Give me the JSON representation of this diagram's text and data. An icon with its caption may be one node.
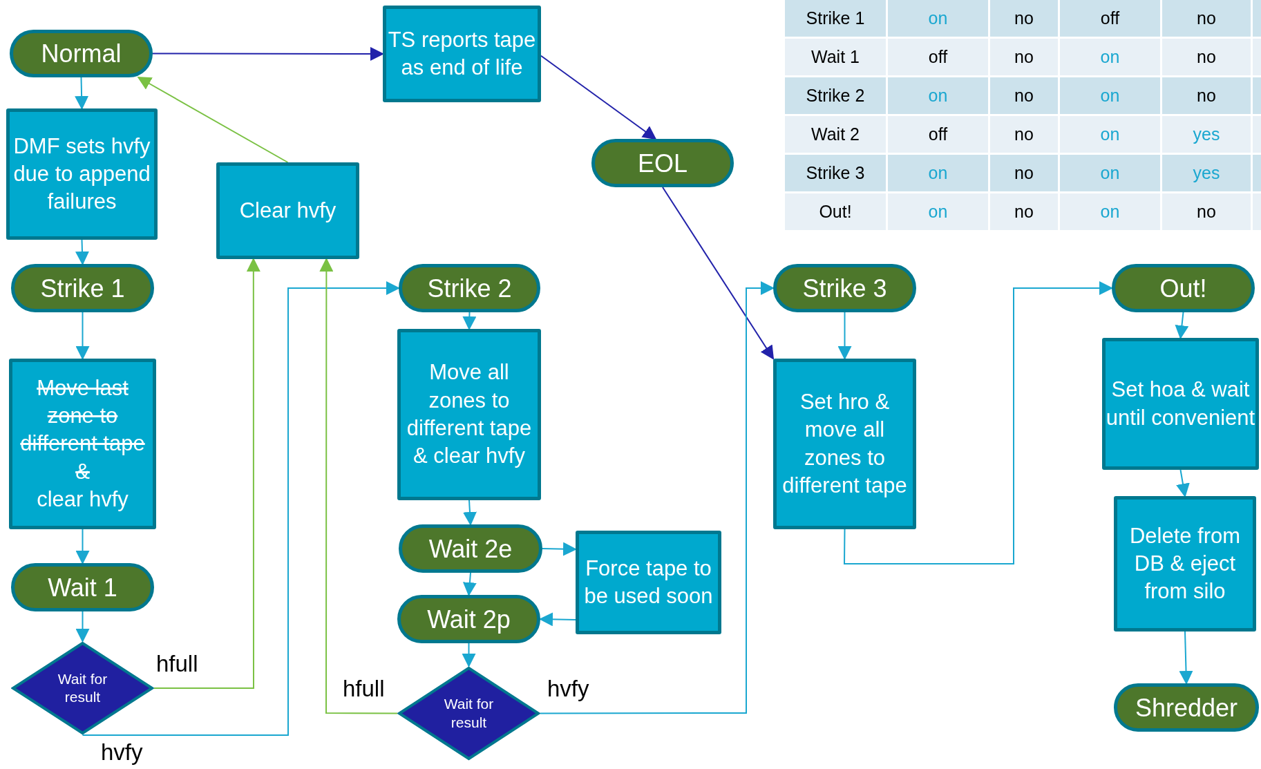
{
  "diagram": {
    "nodes": [
      {
        "text": [
          "Normal"
        ]
      },
      {
        "text": [
          "DMF sets hvfy due to append failures"
        ]
      },
      {
        "text": [
          "Strike 1"
        ]
      },
      {
        "text": [
          "Move last zone to different tape &",
          "clear hvfy"
        ]
      },
      {
        "text": [
          "Wait 1"
        ]
      },
      {
        "text": [
          "Wait for result"
        ]
      },
      {
        "text": [
          "TS reports tape as end of life"
        ]
      },
      {
        "text": [
          "Clear hvfy"
        ]
      },
      {
        "text": [
          "EOL"
        ]
      },
      {
        "text": [
          "Strike 2"
        ]
      },
      {
        "text": [
          "Move all zones to different tape & clear hvfy"
        ]
      },
      {
        "text": [
          "Wait 2e"
        ]
      },
      {
        "text": [
          "Force tape to be used soon"
        ]
      },
      {
        "text": [
          "Wait 2p"
        ]
      },
      {
        "text": [
          "Wait for result"
        ]
      },
      {
        "text": [
          "Strike 3"
        ]
      },
      {
        "text": [
          "Set hro & move all zones to different tape"
        ]
      },
      {
        "text": [
          "Out!"
        ]
      },
      {
        "text": [
          "Set hoa & wait until convenient"
        ]
      },
      {
        "text": [
          "Delete from DB & eject from silo"
        ]
      },
      {
        "text": [
          "Shredder"
        ]
      }
    ],
    "edges": [
      {
        "from": 0,
        "to": 1,
        "arrow": "to"
      },
      {
        "from": 1,
        "to": 2,
        "arrow": "to"
      },
      {
        "from": 2,
        "to": 3,
        "arrow": "to"
      },
      {
        "from": 3,
        "to": 4,
        "arrow": "to"
      },
      {
        "from": 4,
        "to": 5,
        "arrow": "to"
      },
      {
        "from": 5,
        "to": 7,
        "arrow": "to",
        "label": "hfull",
        "color": "#7ac143"
      },
      {
        "from": 5,
        "to": 9,
        "arrow": "to",
        "label": "hvfy"
      },
      {
        "from": 7,
        "to": 0,
        "arrow": "to",
        "color": "#7ac143"
      },
      {
        "from": 0,
        "to": 6,
        "arrow": "to",
        "color": "#2222aa"
      },
      {
        "from": 6,
        "to": 8,
        "arrow": "to",
        "color": "#2222aa"
      },
      {
        "from": 8,
        "to": 16,
        "arrow": "to",
        "color": "#2222aa"
      },
      {
        "from": 9,
        "to": 10,
        "arrow": "to"
      },
      {
        "from": 10,
        "to": 11,
        "arrow": "to"
      },
      {
        "from": 11,
        "to": 12,
        "arrow": "to"
      },
      {
        "from": 11,
        "to": 13,
        "arrow": "to"
      },
      {
        "from": 12,
        "to": 13,
        "arrow": "to"
      },
      {
        "from": 13,
        "to": 14,
        "arrow": "to"
      },
      {
        "from": 14,
        "to": 7,
        "arrow": "to",
        "label": "hfull",
        "color": "#7ac143"
      },
      {
        "from": 14,
        "to": 15,
        "arrow": "to",
        "label": "hvfy"
      },
      {
        "from": 15,
        "to": 16,
        "arrow": "to"
      },
      {
        "from": 16,
        "to": 17,
        "arrow": "to"
      },
      {
        "from": 17,
        "to": 18,
        "arrow": "to"
      },
      {
        "from": 18,
        "to": 19,
        "arrow": "to"
      },
      {
        "from": 19,
        "to": 20,
        "arrow": "to"
      }
    ],
    "labels": [
      "Strike 1",
      "on",
      "no",
      "off",
      "no",
      "Wait 1",
      "off",
      "no",
      "on",
      "no",
      "Strike 2",
      "on",
      "no",
      "on",
      "no",
      "Wait 2",
      "off",
      "no",
      "on",
      "yes",
      "Strike 3",
      "on",
      "no",
      "on",
      "yes",
      "Out!",
      "on",
      "no",
      "on",
      "no"
    ]
  }
}
